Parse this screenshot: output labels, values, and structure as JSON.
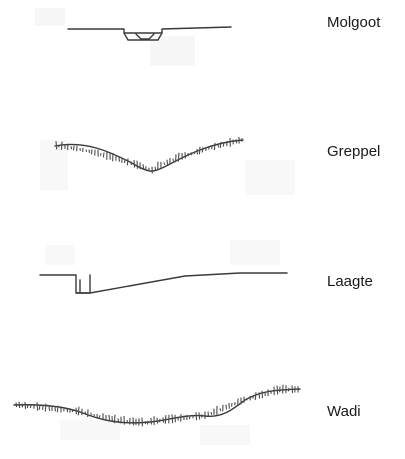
{
  "profiles": [
    {
      "id": "molgoot",
      "label": "Molgoot"
    },
    {
      "id": "greppel",
      "label": "Greppel"
    },
    {
      "id": "laagte",
      "label": "Laagte"
    },
    {
      "id": "wadi",
      "label": "Wadi"
    }
  ],
  "colors": {
    "line": "#3a3a3a",
    "text": "#1a1a1a",
    "background": "#ffffff"
  }
}
